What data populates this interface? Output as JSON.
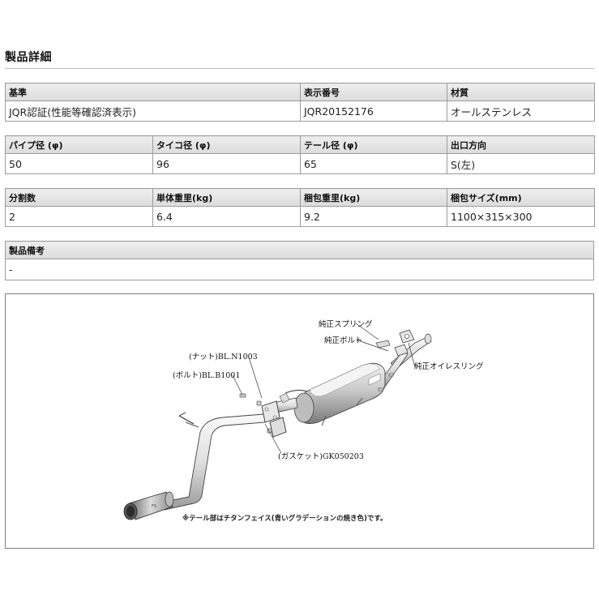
{
  "page": {
    "title": "製品詳細"
  },
  "tables": [
    {
      "headers": [
        "基準",
        "表示番号",
        "材質"
      ],
      "values": [
        "JQR認証(性能等確認済表示)",
        "JQR20152176",
        "オールステンレス"
      ]
    },
    {
      "headers": [
        "パイプ径 (φ)",
        "タイコ径 (φ)",
        "テール径 (φ)",
        "出口方向"
      ],
      "values": [
        "50",
        "96",
        "65",
        "S(左)"
      ]
    },
    {
      "headers": [
        "分割数",
        "単体重里(kg)",
        "梱包重里(kg)",
        "梱包サイズ(mm)"
      ],
      "values": [
        "2",
        "6.4",
        "9.2",
        "1100×315×300"
      ]
    },
    {
      "headers": [
        "製品備考"
      ],
      "values": [
        "-"
      ]
    }
  ],
  "diagram": {
    "callouts": {
      "spring": "純正スプリング",
      "bolt_stock": "純正ボルト",
      "oil_ring": "純正オイレスリング",
      "nut": "(ナット)BL.N1003",
      "bolt": "(ボルト)BL.B1001",
      "gasket": "(ガスケット)GK050203"
    },
    "note": "※テール部はチタンフェイス(青いグラデーションの焼き色)です。"
  }
}
